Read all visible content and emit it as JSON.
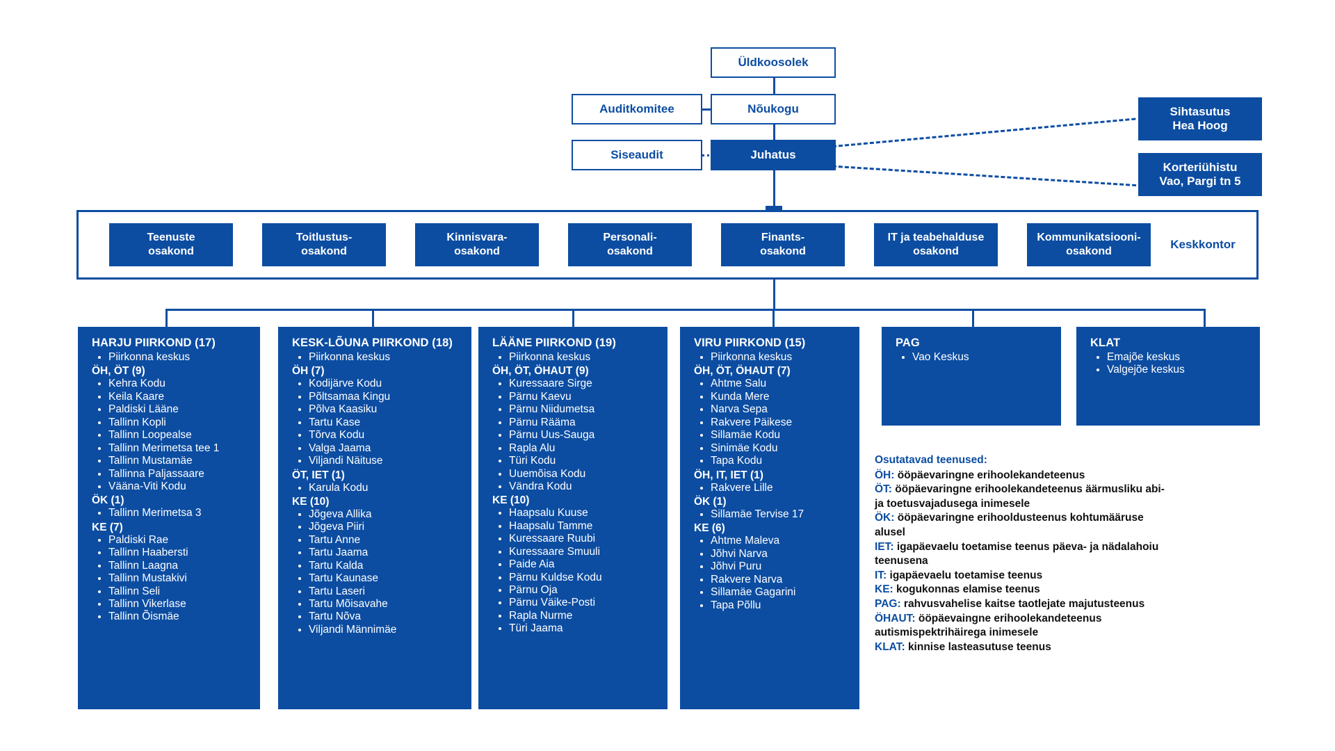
{
  "colors": {
    "brand_blue": "#0C4DA2",
    "white": "#FFFFFF",
    "legend_text": "#111111"
  },
  "top": {
    "uldkoosolek": "Üldkoosolek",
    "auditkomitee": "Auditkomitee",
    "noukogu": "Nõukogu",
    "siseaudit": "Siseaudit",
    "juhatus": "Juhatus",
    "sihtasutus": "Sihtasutus\nHea Hoog",
    "sihtasutus_line1": "Sihtasutus",
    "sihtasutus_line2": "Hea Hoog",
    "korteriuhistu_line1": "Korteriühistu",
    "korteriuhistu_line2": "Vao, Pargi tn 5"
  },
  "keskkontor": {
    "label": "Keskkontor",
    "departments": [
      {
        "line1": "Teenuste",
        "line2": "osakond"
      },
      {
        "line1": "Toitlustus-",
        "line2": "osakond"
      },
      {
        "line1": "Kinnisvara-",
        "line2": "osakond"
      },
      {
        "line1": "Personali-",
        "line2": "osakond"
      },
      {
        "line1": "Finants-",
        "line2": "osakond"
      },
      {
        "line1": "IT ja teabehalduse",
        "line2": "osakond"
      },
      {
        "line1": "Kommunikatsiooni-",
        "line2": "osakond"
      }
    ]
  },
  "regions": [
    {
      "title": "HARJU PIIRKOND (17)",
      "intro": [
        "Piirkonna keskus"
      ],
      "groups": [
        {
          "label": "ÖH, ÖT (9)",
          "items": [
            "Kehra Kodu",
            "Keila Kaare",
            "Paldiski Lääne",
            "Tallinn Kopli",
            "Tallinn Loopealse",
            "Tallinn Merimetsa tee 1",
            "Tallinn Mustamäe",
            "Tallinna Paljassaare",
            "Vääna-Viti Kodu"
          ]
        },
        {
          "label": "ÖK (1)",
          "items": [
            "Tallinn Merimetsa 3"
          ]
        },
        {
          "label": "KE (7)",
          "items": [
            "Paldiski Rae",
            "Tallinn Haabersti",
            "Tallinn Laagna",
            "Tallinn Mustakivi",
            "Tallinn Seli",
            "Tallinn Vikerlase",
            "Tallinn Õismäe"
          ]
        }
      ]
    },
    {
      "title": "KESK-LÕUNA PIIRKOND (18)",
      "intro": [
        "Piirkonna keskus"
      ],
      "groups": [
        {
          "label": "ÖH (7)",
          "items": [
            "Kodijärve Kodu",
            "Põltsamaa Kingu",
            "Põlva Kaasiku",
            "Tartu Kase",
            "Tõrva Kodu",
            "Valga Jaama",
            "Viljandi Näituse"
          ]
        },
        {
          "label": "ÖT, IET (1)",
          "items": [
            "Karula Kodu"
          ]
        },
        {
          "label": "KE (10)",
          "items": [
            "Jõgeva Allika",
            "Jõgeva Piiri",
            "Tartu Anne",
            "Tartu Jaama",
            "Tartu Kalda",
            "Tartu Kaunase",
            "Tartu Laseri",
            "Tartu Mõisavahe",
            "Tartu Nõva",
            "Viljandi Männimäe"
          ]
        }
      ]
    },
    {
      "title": "LÄÄNE PIIRKOND (19)",
      "intro": [
        "Piirkonna keskus"
      ],
      "groups": [
        {
          "label": "ÖH, ÖT, ÖHAUT (9)",
          "items": [
            "Kuressaare Sirge",
            "Pärnu Kaevu",
            "Pärnu Niidumetsa",
            "Pärnu Rääma",
            "Pärnu Uus-Sauga",
            "Rapla Alu",
            "Türi Kodu",
            "Uuemõisa Kodu",
            "Vändra Kodu"
          ]
        },
        {
          "label": "KE (10)",
          "items": [
            "Haapsalu Kuuse",
            "Haapsalu Tamme",
            "Kuressaare Ruubi",
            "Kuressaare Smuuli",
            "Paide Aia",
            "Pärnu Kuldse Kodu",
            "Pärnu Oja",
            "Pärnu Väike-Posti",
            "Rapla Nurme",
            "Türi Jaama"
          ]
        }
      ]
    },
    {
      "title": "VIRU PIIRKOND (15)",
      "intro": [
        "Piirkonna keskus"
      ],
      "groups": [
        {
          "label": "ÖH, ÖT, ÖHAUT (7)",
          "items": [
            "Ahtme Salu",
            "Kunda Mere",
            "Narva Sepa",
            "Rakvere Päikese",
            "Sillamäe Kodu",
            "Sinimäe Kodu",
            "Tapa Kodu"
          ]
        },
        {
          "label": "ÖH, IT, IET (1)",
          "items": [
            "Rakvere Lille"
          ]
        },
        {
          "label": "ÖK (1)",
          "items": [
            "Sillamäe Tervise 17"
          ]
        },
        {
          "label": "KE (6)",
          "items": [
            "Ahtme Maleva",
            "Jõhvi Narva",
            "Jõhvi Puru",
            "Rakvere Narva",
            "Sillamäe Gagarini",
            "Tapa Põllu"
          ]
        }
      ]
    },
    {
      "title": "PAG",
      "intro": [
        "Vao Keskus"
      ],
      "groups": []
    },
    {
      "title": "KLAT",
      "intro": [
        "Emajõe keskus",
        "Valgejõe keskus"
      ],
      "groups": []
    }
  ],
  "legend": {
    "title": "Osutatavad teenused:",
    "entries": [
      {
        "abbr": "ÖH:",
        "desc": "ööpäevaringne erihoolekandeteenus"
      },
      {
        "abbr": "ÖT:",
        "desc": "ööpäevaringne erihoolekandeteenus äärmusliku abi- ja toetusvajadusega inimesele"
      },
      {
        "abbr": "ÖK:",
        "desc": "ööpäevaringne erihooldusteenus kohtumääruse alusel"
      },
      {
        "abbr": "IET:",
        "desc": "igapäevaelu toetamise teenus päeva- ja nädalahoiu teenusena"
      },
      {
        "abbr": "IT:",
        "desc": "igapäevaelu toetamise teenus"
      },
      {
        "abbr": "KE:",
        "desc": "kogukonnas elamise teenus"
      },
      {
        "abbr": "PAG:",
        "desc": "rahvusvahelise kaitse taotlejate majutusteenus"
      },
      {
        "abbr": "ÖHAUT:",
        "desc": "ööpäevaingne erihoolekandeteenus autismispektrihäirega inimesele"
      },
      {
        "abbr": "KLAT:",
        "desc": "kinnise lasteasutuse teenus"
      }
    ]
  }
}
